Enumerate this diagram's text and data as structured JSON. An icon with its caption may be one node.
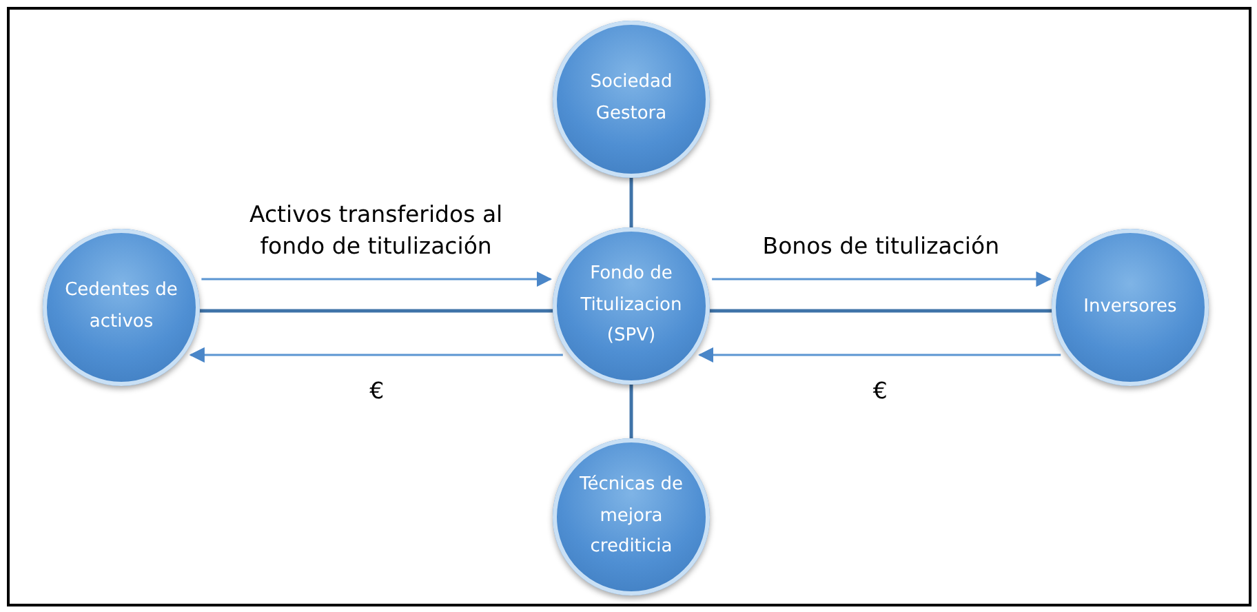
{
  "diagram": {
    "nodes": [
      {
        "text": [
          "Sociedad Gestora"
        ]
      },
      {
        "text": [
          "Cedentes de activos"
        ]
      },
      {
        "text": [
          "Fondo de Titulizacion (SPV)"
        ]
      },
      {
        "text": [
          "Inversores"
        ]
      },
      {
        "text": [
          "Técnicas de mejora crediticia"
        ]
      }
    ],
    "edges": [
      {
        "from": 0,
        "to": 2,
        "arrow": "none"
      },
      {
        "from": 2,
        "to": 4,
        "arrow": "none"
      },
      {
        "from": 1,
        "to": 2,
        "arrow": "none"
      },
      {
        "from": 2,
        "to": 3,
        "arrow": "none"
      },
      {
        "from": 1,
        "to": 2,
        "arrow": "to",
        "label": "Activos transferidos al fondo de titulización"
      },
      {
        "from": 2,
        "to": 1,
        "arrow": "to",
        "label": "€"
      },
      {
        "from": 2,
        "to": 3,
        "arrow": "to",
        "label": "Bonos de titulización"
      },
      {
        "from": 3,
        "to": 2,
        "arrow": "to",
        "label": "€"
      }
    ]
  }
}
